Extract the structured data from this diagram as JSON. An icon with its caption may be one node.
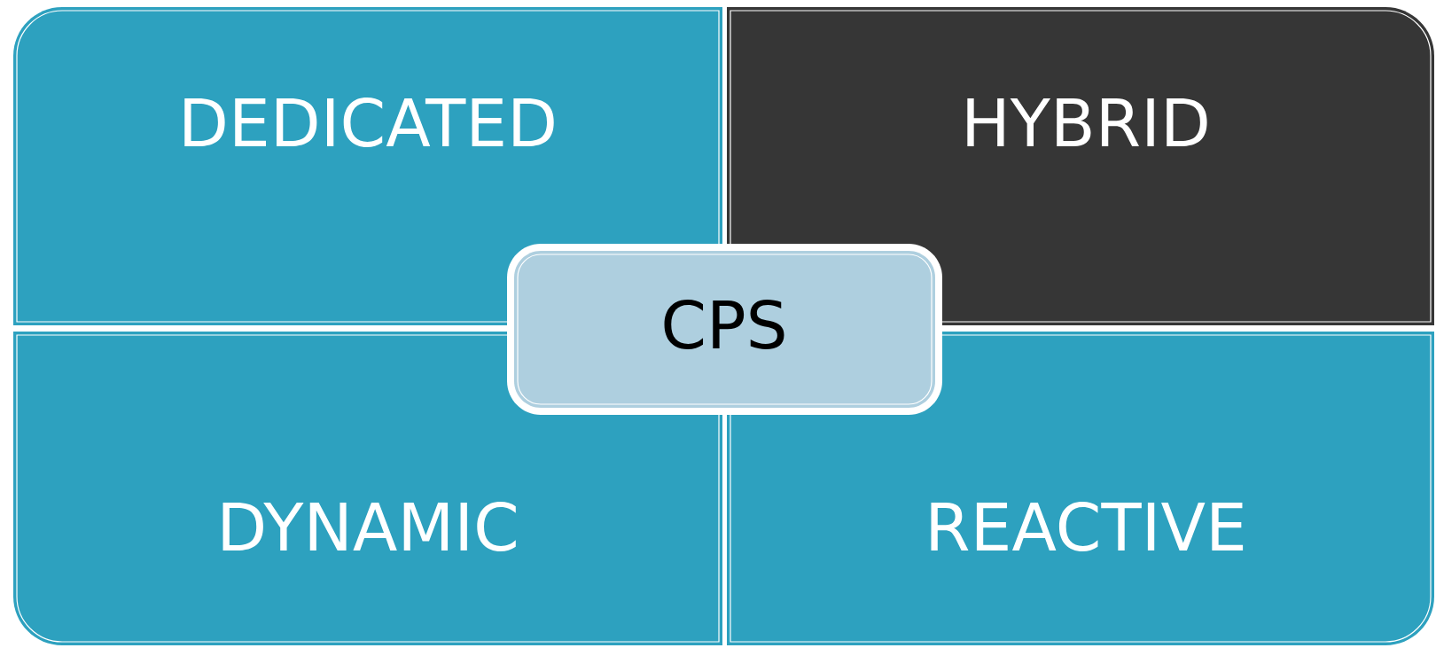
{
  "diagram": {
    "nodes": [
      {
        "text": [
          "DEDICATED"
        ]
      },
      {
        "text": [
          "HYBRID"
        ]
      },
      {
        "text": [
          "CPS"
        ]
      },
      {
        "text": [
          "DYNAMIC"
        ]
      },
      {
        "text": [
          "REACTIVE"
        ]
      }
    ]
  }
}
